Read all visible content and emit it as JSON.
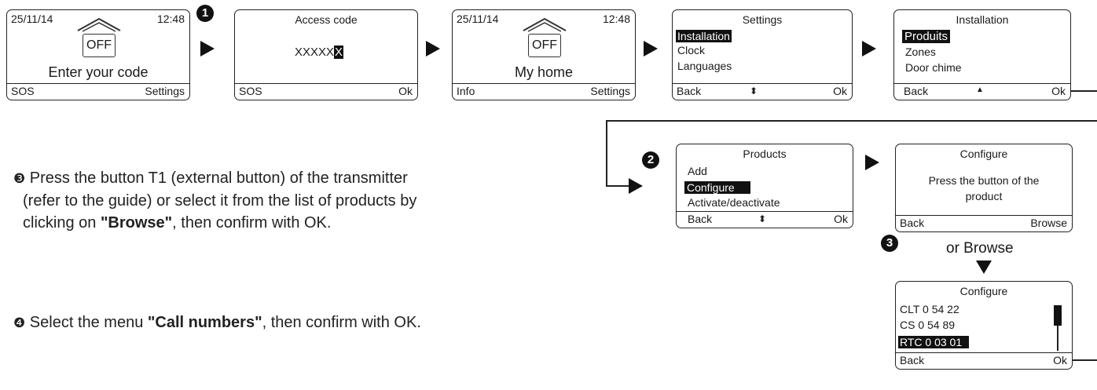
{
  "screen1": {
    "date": "25/11/14",
    "time": "12:48",
    "off": "OFF",
    "message": "Enter your code",
    "left": "SOS",
    "right": "Settings"
  },
  "step1": "1",
  "screen2": {
    "title": "Access code",
    "code": "XXXXX",
    "code_cursor": "X",
    "left": "SOS",
    "right": "Ok"
  },
  "screen3": {
    "date": "25/11/14",
    "time": "12:48",
    "off": "OFF",
    "message": "My home",
    "left": "Info",
    "right": "Settings"
  },
  "screen4": {
    "title": "Settings",
    "items": [
      "Installation",
      "Clock",
      "Languages"
    ],
    "left": "Back",
    "middle": "⬍",
    "right": "Ok"
  },
  "screen5": {
    "title": "Installation",
    "items": [
      "Produits",
      "Zones",
      "Door chime"
    ],
    "left": "Back",
    "middle": "▲",
    "right": "Ok"
  },
  "step2": "2",
  "screen6": {
    "title": "Products",
    "items": [
      "Add",
      "Configure",
      "Activate/deactivate"
    ],
    "left": "Back",
    "middle": "⬍",
    "right": "Ok"
  },
  "screen7": {
    "title": "Configure",
    "message_line1": "Press the button of the",
    "message_line2": "product",
    "left": "Back",
    "right": "Browse"
  },
  "step3": "3",
  "or_browse": "or Browse",
  "screen8": {
    "title": "Configure",
    "items": [
      "CLT 0 54 22",
      "CS 0 54 89",
      "RTC 0 03 01"
    ],
    "left": "Back",
    "right": "Ok"
  },
  "instruction3": {
    "bullet": "❸",
    "text1": " Press the button T1 (external button) of the transmitter",
    "text2": "(refer to the guide) or select it from the list of products by",
    "text3_pre": "clicking on ",
    "text3_bold": "\"Browse\"",
    "text3_post": ", then confirm with OK."
  },
  "instruction4": {
    "bullet": "❹",
    "pre": " Select the menu ",
    "bold": "\"Call numbers\"",
    "post": ", then confirm with OK."
  }
}
